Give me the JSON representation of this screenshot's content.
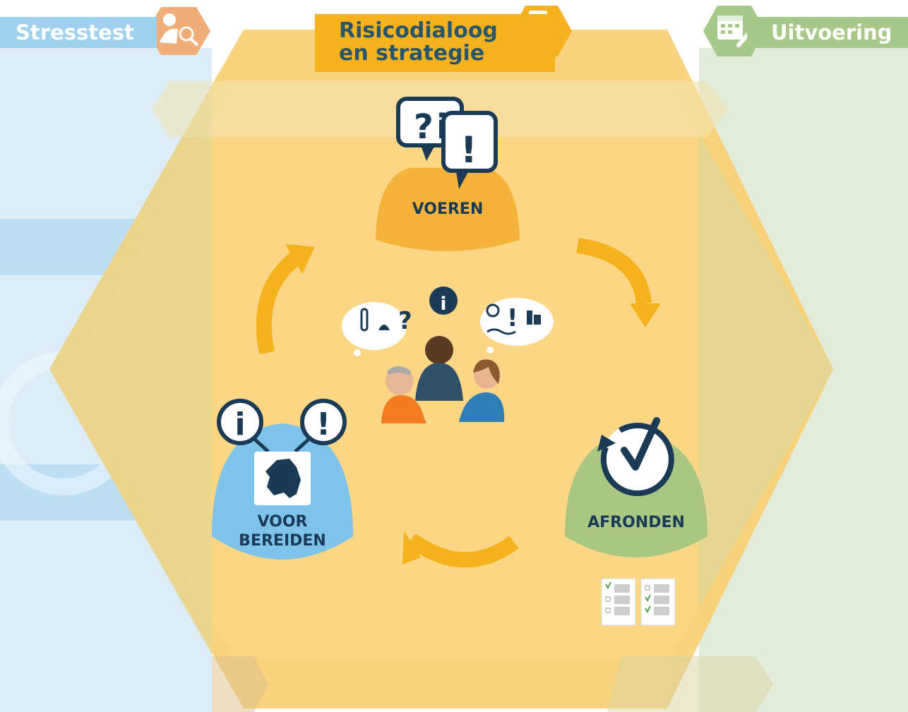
{
  "phases": {
    "stresstest": {
      "label": "Stresstest",
      "color": "#9fd0ee",
      "icon": "person-magnifier-icon"
    },
    "risicodialoog": {
      "line1": "Risicodialoog",
      "line2": "en strategie",
      "color": "#f6b21c",
      "icon": "speech-warning-icon"
    },
    "uitvoering": {
      "label": "Uitvoering",
      "color": "#a8c88a",
      "icon": "calendar-pen-icon"
    }
  },
  "cycle": {
    "voeren": {
      "label": "VOEREN",
      "icon": "question-info-exclamation-bubbles-icon",
      "glyph_q": "?",
      "glyph_i": "i",
      "glyph_excl": "!"
    },
    "afronden": {
      "label": "AFRONDEN",
      "icon": "check-cycle-icon"
    },
    "voorbereiden": {
      "line1": "VOOR",
      "line2": "BEREIDEN",
      "icon": "netherlands-map-icon",
      "glyph_i": "i",
      "glyph_excl": "!"
    }
  },
  "center": {
    "icon": "people-in-dialogue-icon",
    "glyph_q": "?",
    "glyph_i": "i",
    "glyph_excl": "!"
  },
  "colors": {
    "yellow": "#f6b21c",
    "blue": "#7ec3ea",
    "green": "#a9c683",
    "navy": "#1b3a55",
    "arrow": "#f6b21c"
  }
}
